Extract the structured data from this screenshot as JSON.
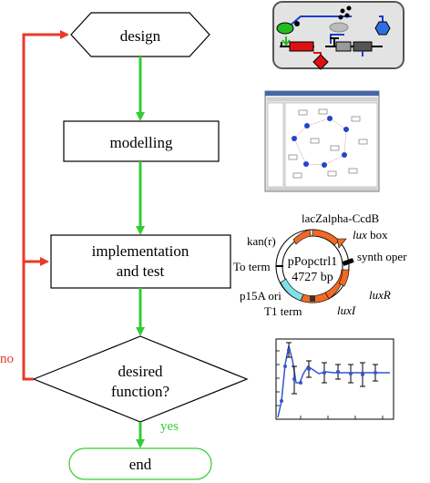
{
  "flow": {
    "design": "design",
    "modelling": "modelling",
    "impl_line1": "implementation",
    "impl_line2": "and test",
    "decision_line1": "desired",
    "decision_line2": "function?",
    "end": "end",
    "yes": "yes",
    "no": "no"
  },
  "plasmid": {
    "name": "pPopctrl1",
    "size": "4727 bp",
    "labels": {
      "lacz": "lacZalpha-CcdB",
      "kan": "kan(r)",
      "luxbox_italic": "lux",
      "luxbox_rest": " box",
      "synth": "synth oper",
      "to_term": "To term",
      "luxR": "luxR",
      "p15a": "p15A ori",
      "t1": "T1 term",
      "luxI": "luxI"
    }
  },
  "colors": {
    "green_arrow": "#33cc33",
    "red_loop": "#e8392a",
    "end_border": "#33cc33",
    "yes_text": "#33cc33",
    "no_text": "#e8392a",
    "plasmid_orange": "#f06a25",
    "plasmid_cyan": "#7fe0e8",
    "plot_blue": "#3355cc"
  }
}
